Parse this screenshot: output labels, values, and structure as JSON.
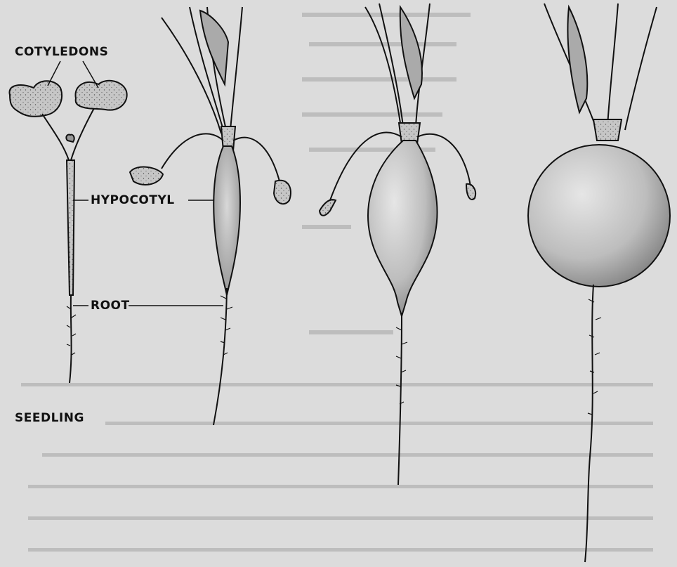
{
  "labels": {
    "cotyledons": "COTYLEDONS",
    "hypocotyl": "HYPOCOTYL",
    "root": "ROOT",
    "seedling": "SEEDLING"
  },
  "colors": {
    "paper": "#dcdcdc",
    "ink": "#111111",
    "plant_fill": "#c9c9c9"
  }
}
